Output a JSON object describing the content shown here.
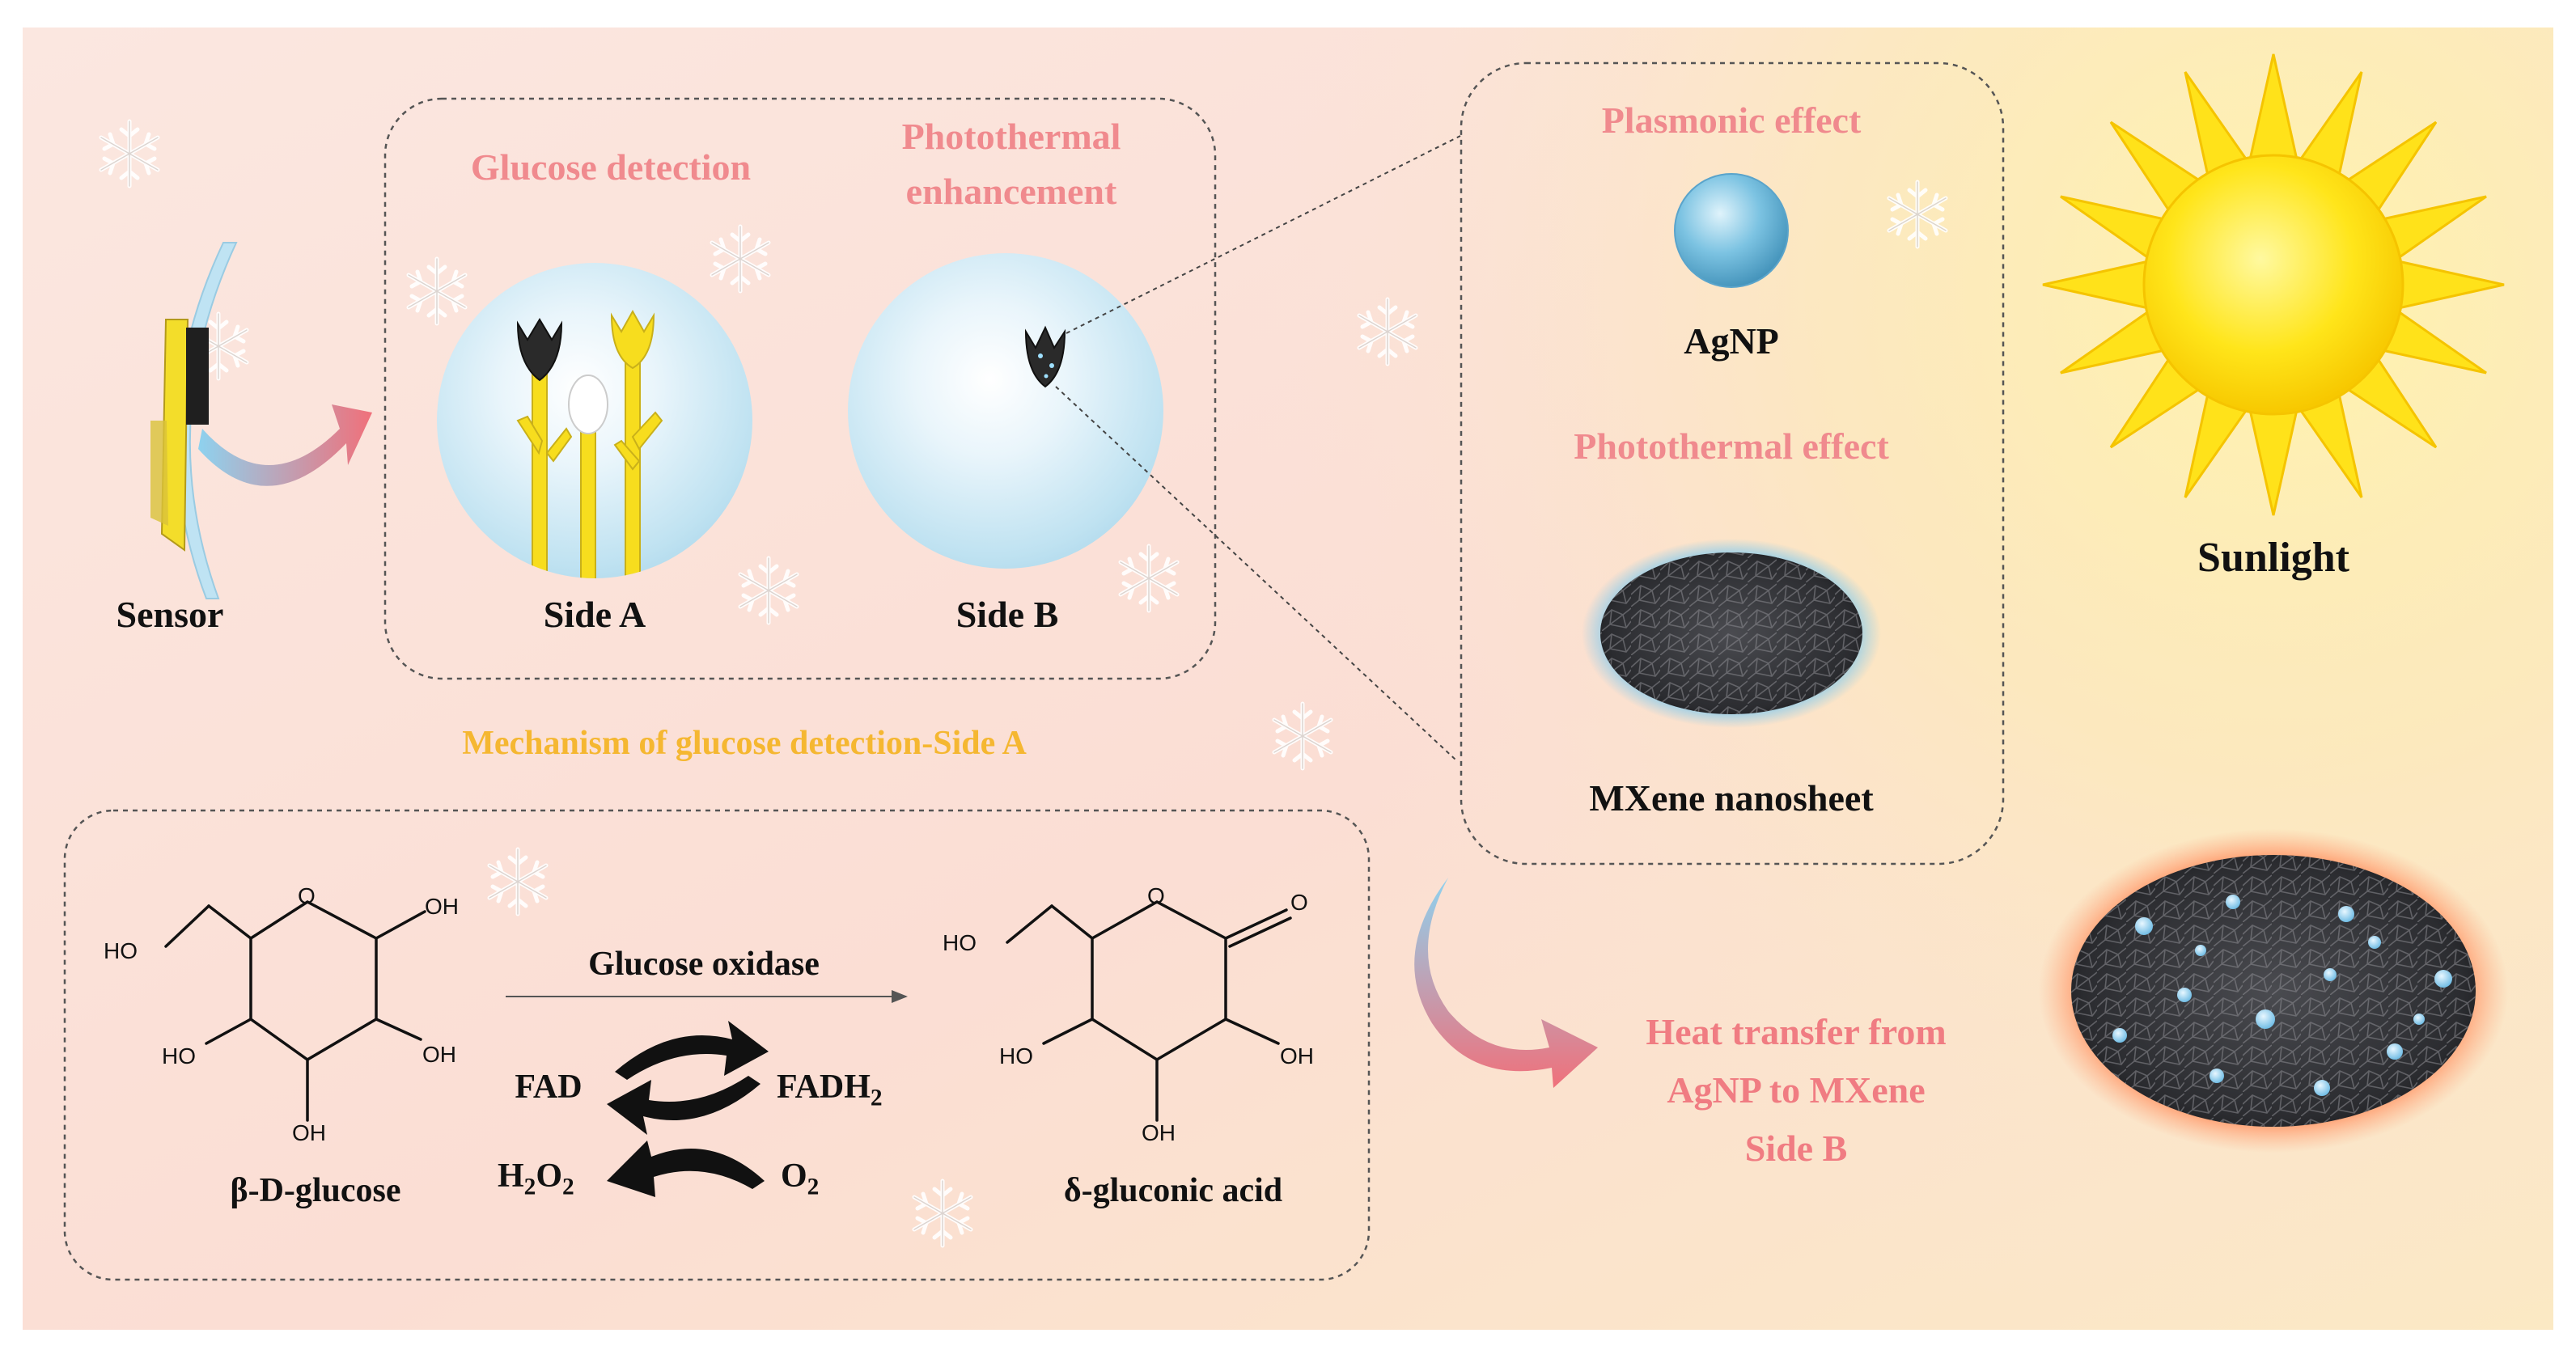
{
  "panel_top": {
    "title_side_a": "Glucose detection",
    "title_side_b_line1": "Photothermal",
    "title_side_b_line2": "enhancement",
    "side_a_label": "Side A",
    "side_b_label": "Side B"
  },
  "sensor_label": "Sensor",
  "panel_right": {
    "plasmonic_title": "Plasmonic effect",
    "agnp_label": "AgNP",
    "photothermal_title": "Photothermal effect",
    "mxene_label": "MXene nanosheet"
  },
  "sunlight_label": "Sunlight",
  "mechanism_title": "Mechanism of glucose detection-Side A",
  "mechanism": {
    "reactant_name": "β-D-glucose",
    "product_name": "δ-gluconic acid",
    "enzyme": "Glucose oxidase",
    "fad": "FAD",
    "fadh2_main": "FADH",
    "fadh2_sub": "2",
    "h2o2_h": "H",
    "h2o2_sub1": "2",
    "h2o2_o": "O",
    "h2o2_sub2": "2",
    "o2_main": "O",
    "o2_sub": "2",
    "oh": "OH",
    "ho": "HO",
    "o": "O"
  },
  "heat_transfer": {
    "line1": "Heat transfer from",
    "line2": "AgNP to MXene",
    "line3": "Side B"
  },
  "colors": {
    "title_pink": "#f08a8e",
    "title_orange": "#f5b731",
    "sun_yellow": "#ffe21a",
    "enzyme_yellow": "#f7dd1e",
    "text_dark": "#111111",
    "background_peach": "#fbe3da"
  }
}
